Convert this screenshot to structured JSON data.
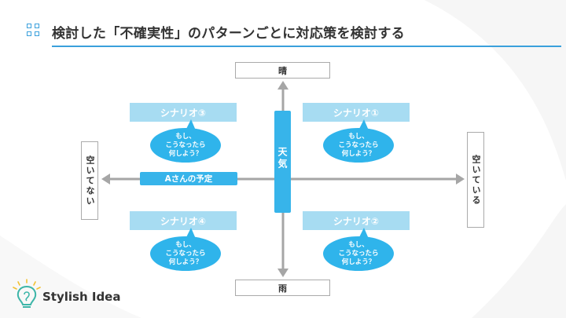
{
  "title": "検討した「不確実性」のパターンごとに対応策を検討する",
  "colors": {
    "accent": "#3aa0dc",
    "bar": "#37b4ea",
    "scenario_label": "#a7dcf2",
    "bubble": "#2fb4eb",
    "axis": "#a6a6a6"
  },
  "axes": {
    "top": "晴",
    "bottom": "雨",
    "left": "空いてない",
    "right": "空いている"
  },
  "weather_label": "天気",
  "plan_label": "Aさんの予定",
  "scenarios": [
    {
      "label": "シナリオ③",
      "bubble": [
        "もし、",
        "こうなったら",
        "何しよう？"
      ]
    },
    {
      "label": "シナリオ①",
      "bubble": [
        "もし、",
        "こうなったら",
        "何しよう？"
      ]
    },
    {
      "label": "シナリオ④",
      "bubble": [
        "もし、",
        "こうなったら",
        "何しよう？"
      ]
    },
    {
      "label": "シナリオ②",
      "bubble": [
        "もし、",
        "こうなったら",
        "何しよう？"
      ]
    }
  ],
  "logo": {
    "text": "Stylish Idea",
    "icon": "lightbulb-icon"
  }
}
